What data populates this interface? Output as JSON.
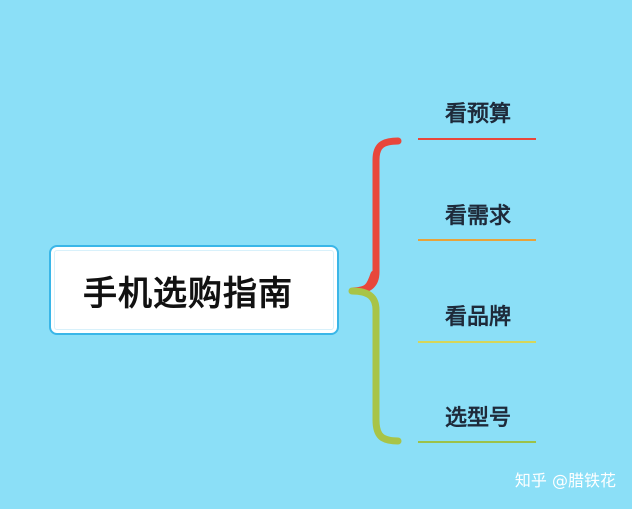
{
  "root": {
    "title": "手机选购指南"
  },
  "branches": [
    {
      "label": "看预算",
      "color": "#e8473b"
    },
    {
      "label": "看需求",
      "color": "#e8a33b"
    },
    {
      "label": "看品牌",
      "color": "#d6d65a"
    },
    {
      "label": "选型号",
      "color": "#9cc24a"
    }
  ],
  "brace_colors": {
    "upper": "#e8473b",
    "lower": "#a8c447"
  },
  "watermark": "知乎 @腊铁花"
}
